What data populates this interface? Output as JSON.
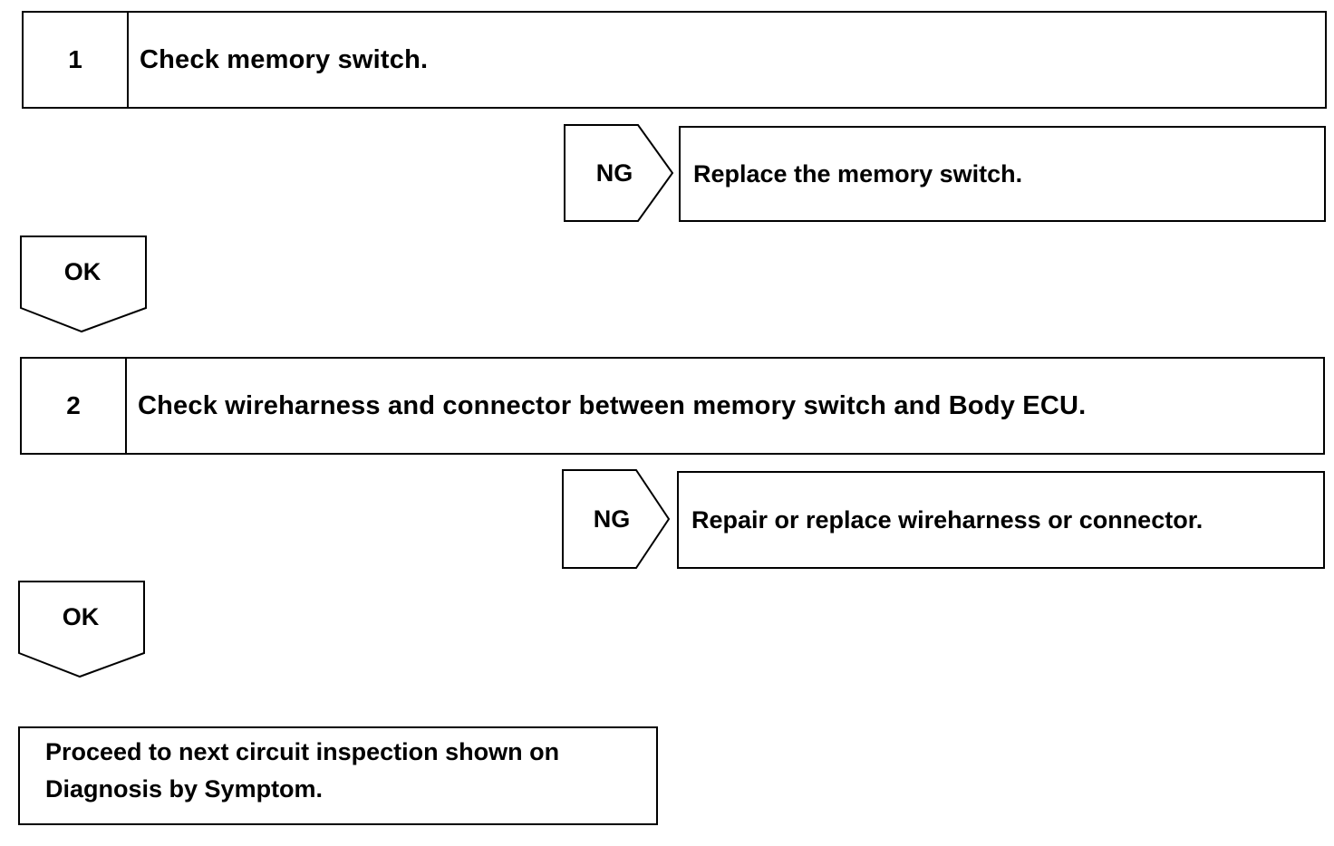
{
  "steps": [
    {
      "number": "1",
      "title": "Check memory switch.",
      "ng_label": "NG",
      "ng_action": "Replace the memory switch.",
      "ok_label": "OK"
    },
    {
      "number": "2",
      "title": "Check wireharness and connector between memory switch and Body ECU.",
      "ng_label": "NG",
      "ng_action": "Repair or replace wireharness or connector.",
      "ok_label": "OK"
    }
  ],
  "final": {
    "line1": "Proceed to next circuit inspection shown on",
    "line2": "Diagnosis by Symptom."
  }
}
